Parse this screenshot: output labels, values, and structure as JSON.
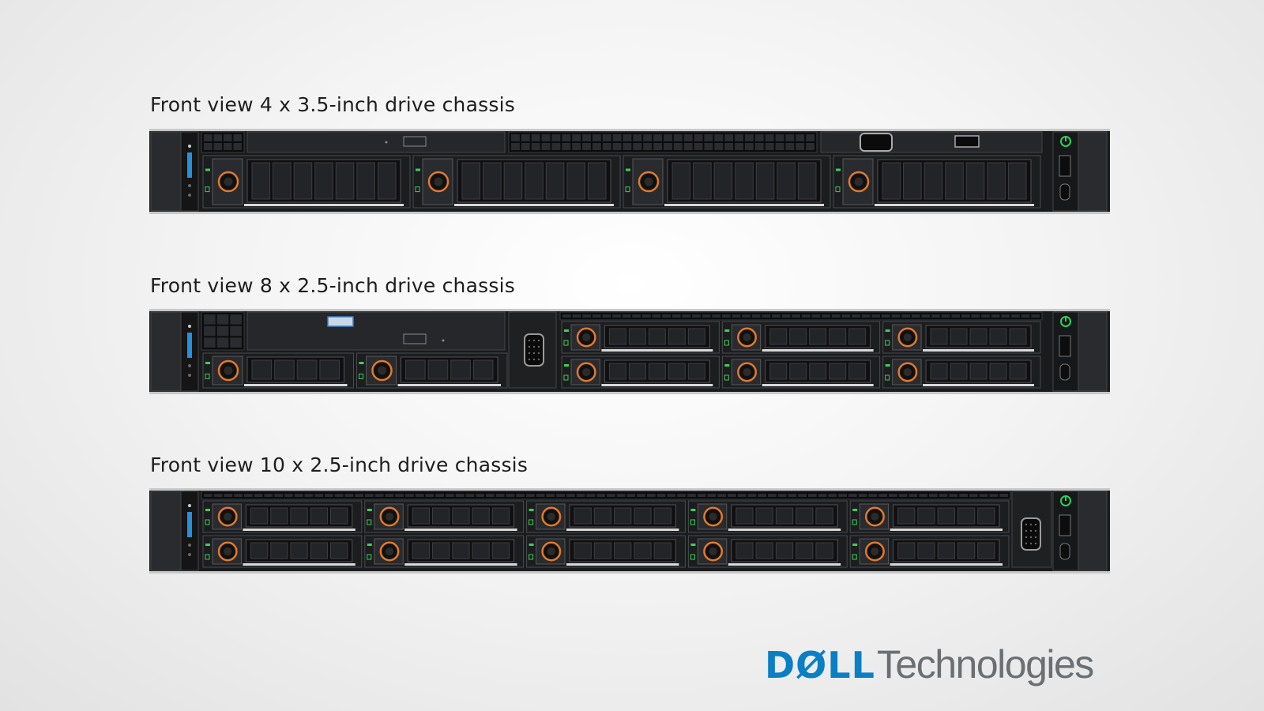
{
  "captions": {
    "chassis_1": "Front view 4 x 3.5-inch drive chassis",
    "chassis_2": "Front view 8 x 2.5-inch drive chassis",
    "chassis_3": "Front view 10 x 2.5-inch drive chassis"
  },
  "logo": {
    "dell": "DØLL",
    "technologies": "Technologies"
  },
  "colors": {
    "dell_blue": "#0a7fc3",
    "tech_gray": "#6b6f73",
    "release_orange": "#e07a2e",
    "power_green": "#2fd15a",
    "led_green": "#3ccf5a",
    "chassis_black": "#1a1b1d"
  },
  "chassis": [
    {
      "name": "chassis-4x35",
      "drive_slots": 4,
      "rows": 1
    },
    {
      "name": "chassis-8x25",
      "drive_slots": 8,
      "rows": 2
    },
    {
      "name": "chassis-10x25",
      "drive_slots": 10,
      "rows": 2
    }
  ]
}
